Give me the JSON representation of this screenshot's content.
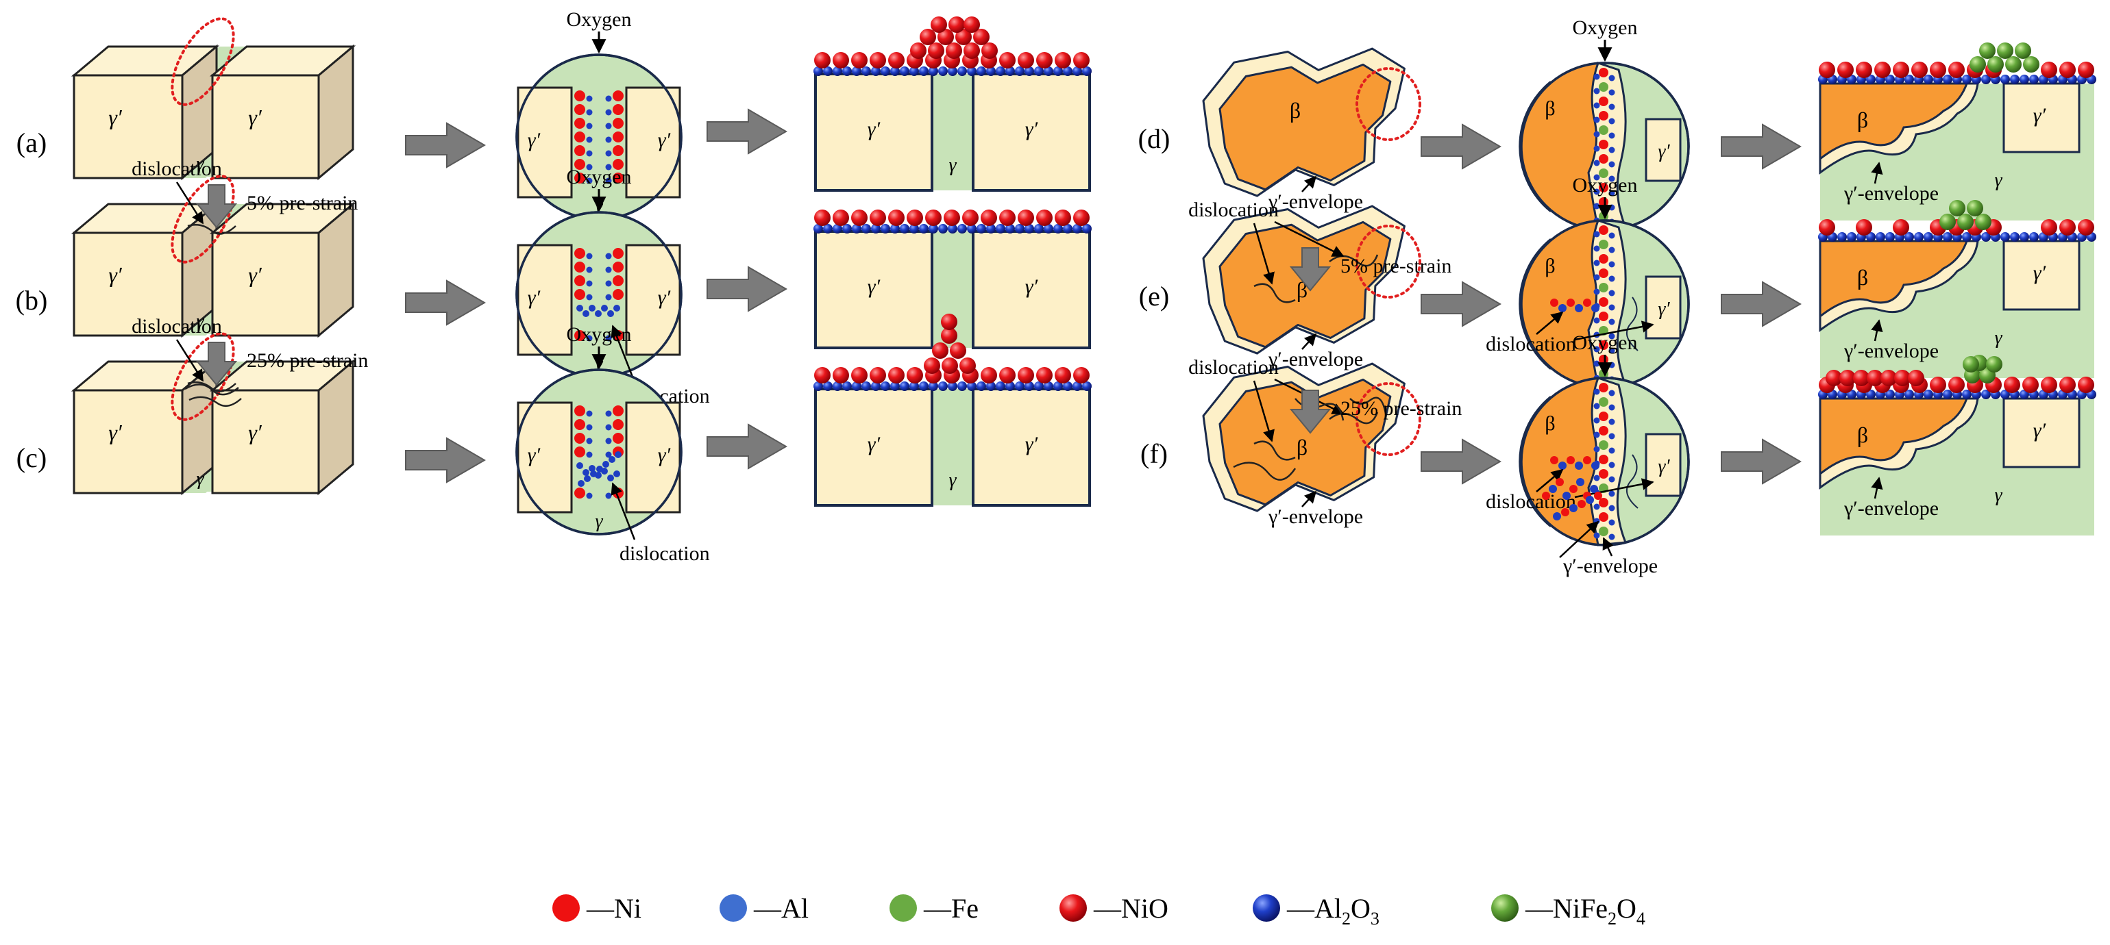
{
  "labels": {
    "panels": [
      "(a)",
      "(b)",
      "(c)",
      "(d)",
      "(e)",
      "(f)"
    ],
    "gamma_prime": "γ′",
    "gamma": "γ",
    "beta": "β",
    "oxygen": "Oxygen",
    "dislocation": "dislocation",
    "envelope": "γ′-envelope",
    "strain5": "5% pre-strain",
    "strain25": "25% pre-strain"
  },
  "legend": [
    {
      "kind": "atom",
      "color": "#ee1111",
      "label": "—Ni"
    },
    {
      "kind": "atom",
      "color": "#3f6fd0",
      "label": "—Al"
    },
    {
      "kind": "atom",
      "color": "#6aab43",
      "label": "—Fe"
    },
    {
      "kind": "sphere",
      "color": "#d4141a",
      "label": "—NiO"
    },
    {
      "kind": "sphere",
      "color": "#1e3ec2",
      "label": "—Al",
      "sub1": "2",
      "mid": "O",
      "sub2": "3"
    },
    {
      "kind": "sphere",
      "color": "#5ea23a",
      "label": "—NiFe",
      "sub1": "2",
      "mid": "O",
      "sub2": "4"
    }
  ],
  "colors": {
    "gamma_prime": "#fdf0c8",
    "gamma": "#c8e3b8",
    "beta": "#f79a34",
    "ni": "#ee1111",
    "al": "#2233aa",
    "fe": "#6aab43",
    "red_circle": "#e11f1f",
    "arrow": "#7f7f7f"
  }
}
